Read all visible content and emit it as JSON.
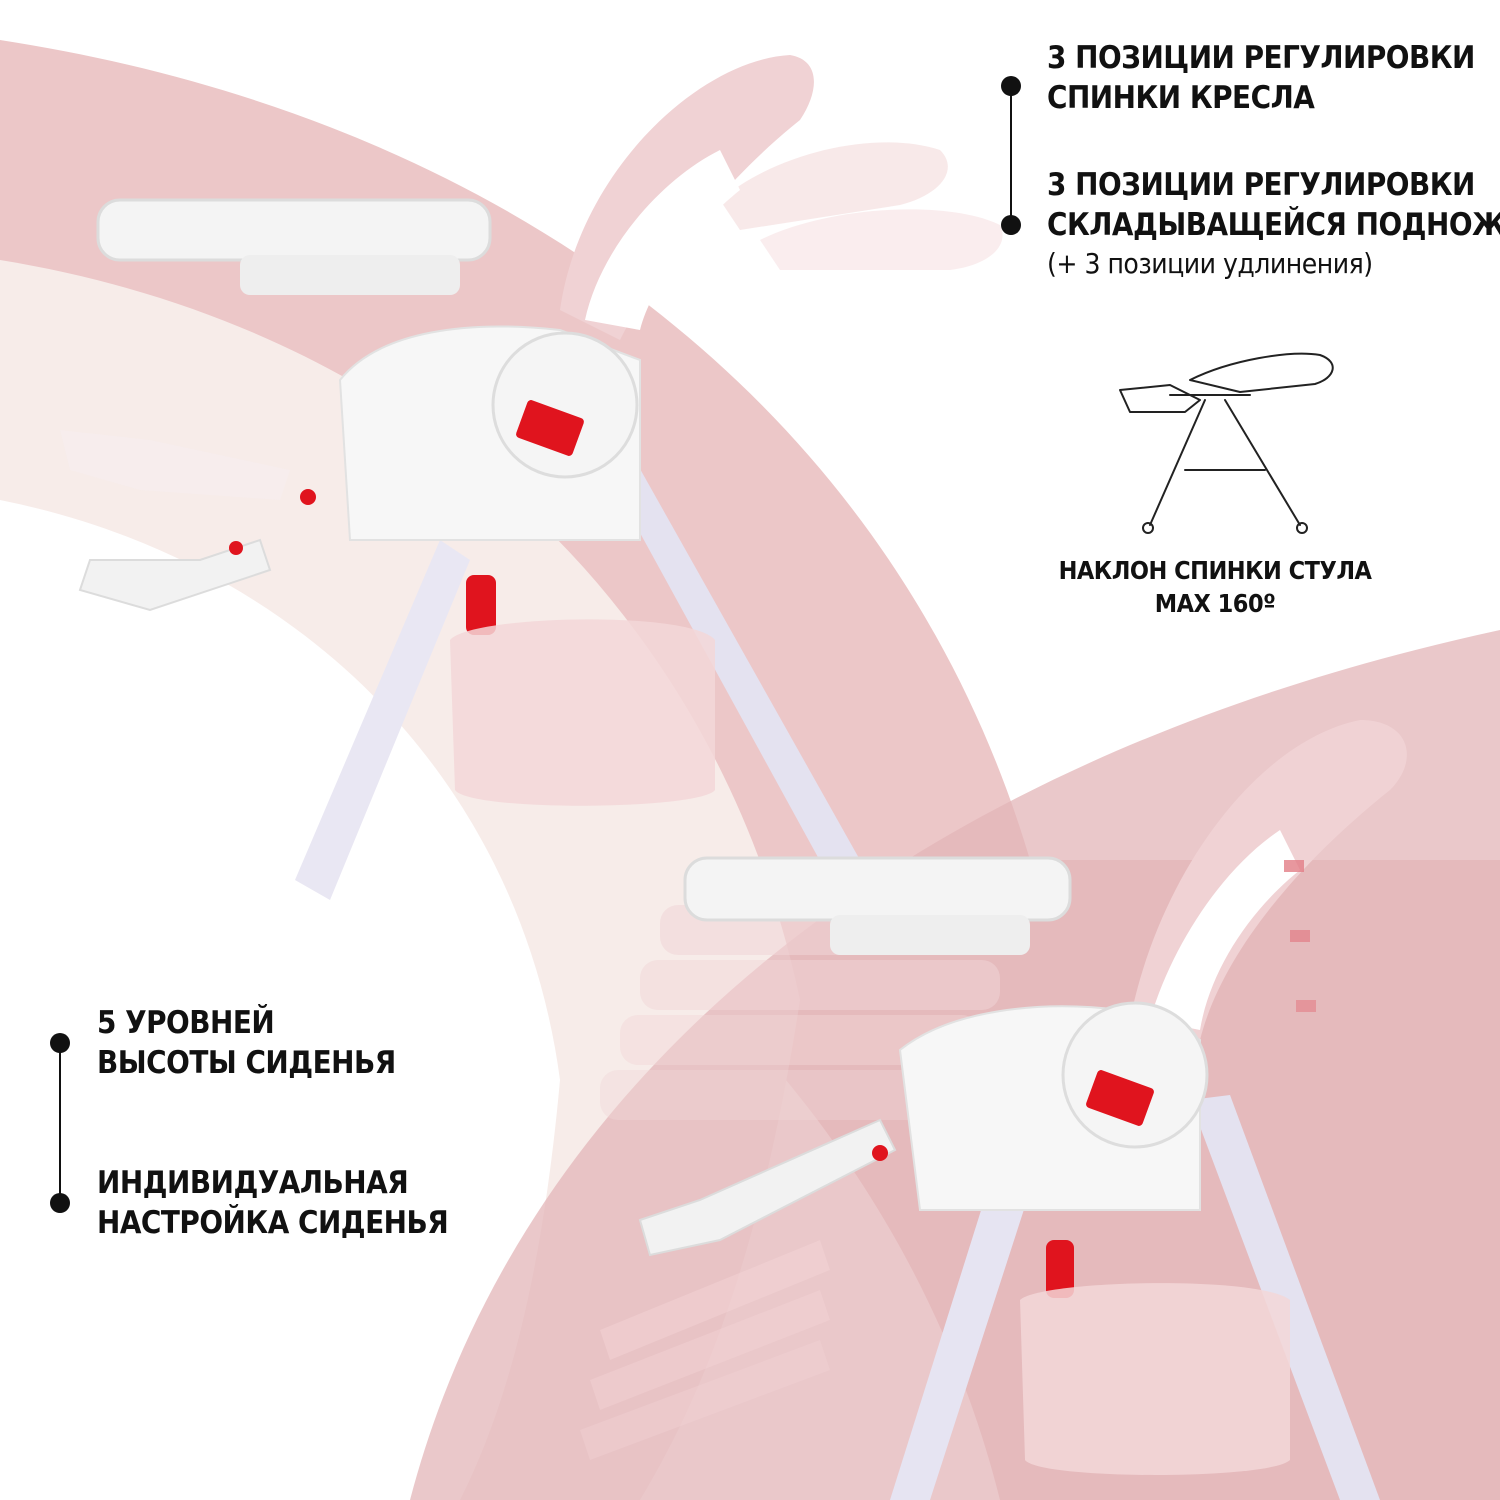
{
  "colors": {
    "background": "#ffffff",
    "pink_light": "#f7ece9",
    "pink_mid": "#ecc7c8",
    "pink_deep": "#e3b5b8",
    "accent_red": "#e0141e",
    "text": "#111111"
  },
  "features": {
    "backrest": {
      "line1": "3 ПОЗИЦИИ РЕГУЛИРОВКИ",
      "line2": "СПИНКИ КРЕСЛА"
    },
    "footrest": {
      "line1": "3 ПОЗИЦИИ РЕГУЛИРОВКИ",
      "line2": "СКЛАДЫВАЩЕЙСЯ ПОДНОЖКИ",
      "note": "(+ 3 позиции удлинения)"
    },
    "recline": {
      "line1": "НАКЛОН СПИНКИ СТУЛА",
      "line2": "MAX 160º"
    },
    "height": {
      "line1": "5 УРОВНЕЙ",
      "line2": "ВЫСОТЫ СИДЕНЬЯ"
    },
    "custom": {
      "line1": "ИНДИВИДУАЛЬНАЯ",
      "line2": "НАСТРОЙКА СИДЕНЬЯ"
    }
  },
  "icons": {
    "product_photo": "highchair-photo",
    "recline_icon": "reclined-chair-outline-icon"
  }
}
